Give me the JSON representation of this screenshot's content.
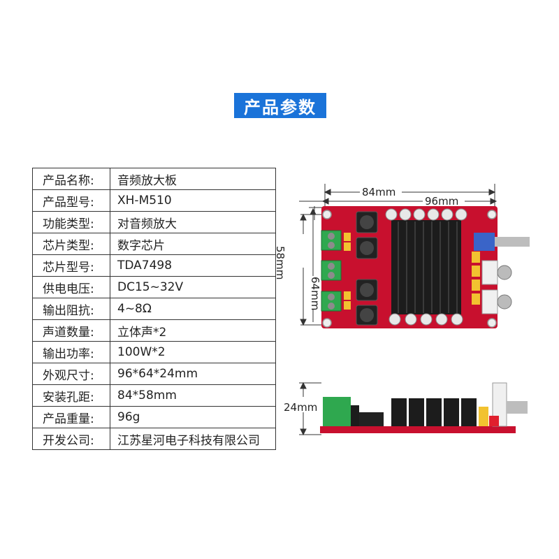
{
  "banner": {
    "title": "产品参数"
  },
  "specs": [
    {
      "key": "产品名称:",
      "value": "音频放大板"
    },
    {
      "key": "产品型号:",
      "value": "XH-M510"
    },
    {
      "key": "功能类型:",
      "value": "对音频放大"
    },
    {
      "key": "芯片类型:",
      "value": "数字芯片"
    },
    {
      "key": "芯片型号:",
      "value": "TDA7498"
    },
    {
      "key": "供电电压:",
      "value": "DC15~32V"
    },
    {
      "key": "输出阻抗:",
      "value": "4~8Ω"
    },
    {
      "key": "声道数量:",
      "value": "立体声*2"
    },
    {
      "key": "输出功率:",
      "value": "100W*2"
    },
    {
      "key": "外观尺寸:",
      "value": "96*64*24mm"
    },
    {
      "key": "安装孔距:",
      "value": "84*58mm"
    },
    {
      "key": "产品重量:",
      "value": "96g"
    },
    {
      "key": "开发公司:",
      "value": "江苏星河电子科技有限公司"
    }
  ],
  "dimensions": {
    "hole_width": "84mm",
    "board_width": "96mm",
    "hole_height": "58mm",
    "board_height": "64mm",
    "board_thickness": "24mm"
  },
  "colors": {
    "banner": "#1a73d9",
    "pcb": "#c8102e",
    "heatsink": "#1c1c1c",
    "terminal": "#2fa84f"
  }
}
